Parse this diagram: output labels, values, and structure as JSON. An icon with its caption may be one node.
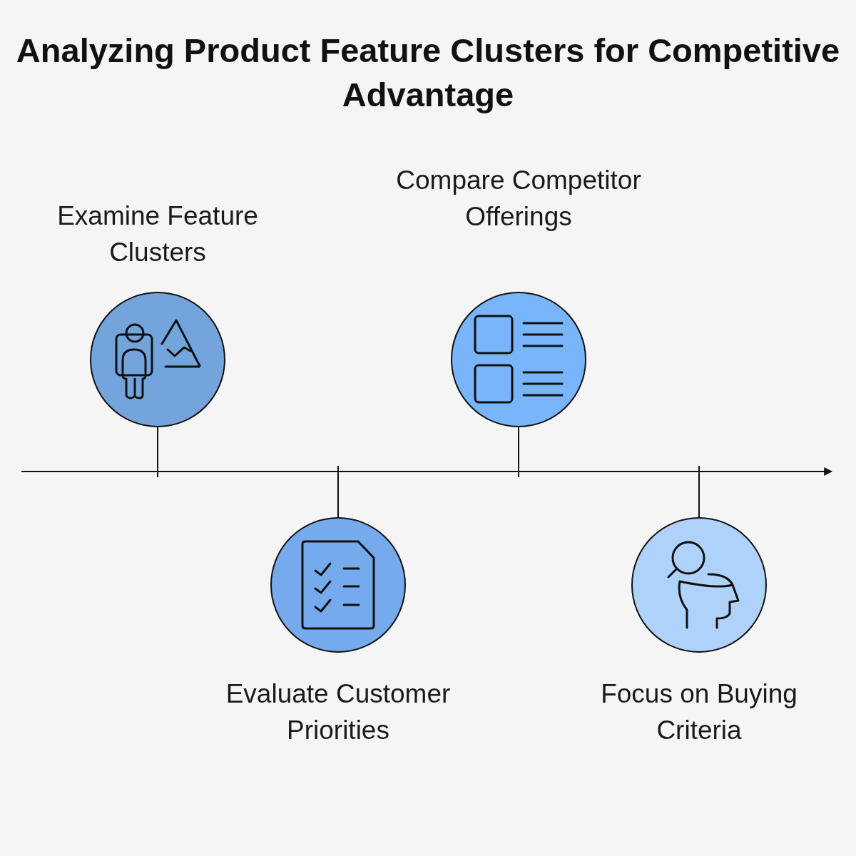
{
  "diagram": {
    "title": "Analyzing Product Feature Clusters for Competitive Advantage",
    "nodes": [
      {
        "text": [
          "Examine Feature Clusters"
        ]
      },
      {
        "text": [
          "Evaluate Customer Priorities"
        ]
      },
      {
        "text": [
          "Compare Competitor Offerings"
        ]
      },
      {
        "text": [
          "Focus on Buying Criteria"
        ]
      }
    ]
  }
}
